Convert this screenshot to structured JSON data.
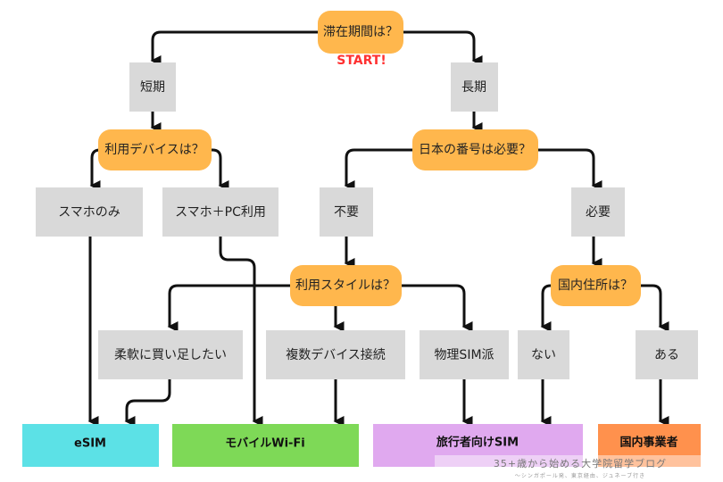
{
  "colors": {
    "question": "#ffb74d",
    "option": "#d9d9d9",
    "start": "#ff3131",
    "esim": "#5ce1e6",
    "wifi": "#7ed957",
    "travel_sim": "#e0a9ef",
    "domestic": "#ff914d"
  },
  "start_label": "START!",
  "questions": {
    "stay": "滞在期間は？",
    "device": "利用デバイスは？",
    "number": "日本の番号は必要？",
    "style": "利用スタイルは？",
    "address": "国内住所は？"
  },
  "options": {
    "short": "短期",
    "long": "長期",
    "phone_only": "スマホのみ",
    "phone_pc": "スマホ＋PC利用",
    "not_needed": "不要",
    "needed": "必要",
    "flexible": "柔軟に買い足したい",
    "multi_device": "複数デバイス接続",
    "physical_sim": "物理SIM派",
    "no": "ない",
    "yes": "ある"
  },
  "results": {
    "esim": "eSIM",
    "wifi": "モバイルWi-Fi",
    "travel_sim": "旅行者向けSIM",
    "domestic": "国内事業者"
  },
  "watermark": {
    "title": "35+歳から始める大学院留学ブログ",
    "subtitle": "〜シンガポール発、東京経由、ジュネーブ行き"
  }
}
